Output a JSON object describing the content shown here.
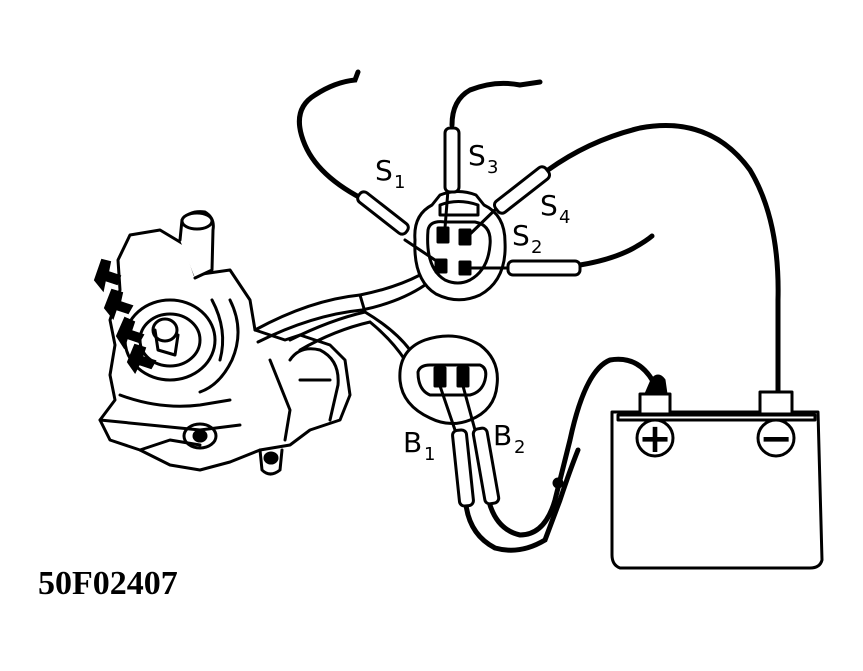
{
  "figure_code": "50F02407",
  "terminals": {
    "s1": {
      "letter": "S",
      "sub": "1"
    },
    "s2": {
      "letter": "S",
      "sub": "2"
    },
    "s3": {
      "letter": "S",
      "sub": "3"
    },
    "s4": {
      "letter": "S",
      "sub": "4"
    },
    "b1": {
      "letter": "B",
      "sub": "1"
    },
    "b2": {
      "letter": "B",
      "sub": "2"
    }
  },
  "battery": {
    "positive_symbol": "+",
    "negative_symbol": "−"
  },
  "icons": [
    "distributor-assembly-icon",
    "arrow-icon",
    "sensor-connector-icon",
    "coil-connector-icon",
    "battery-icon",
    "test-lead-icon"
  ]
}
